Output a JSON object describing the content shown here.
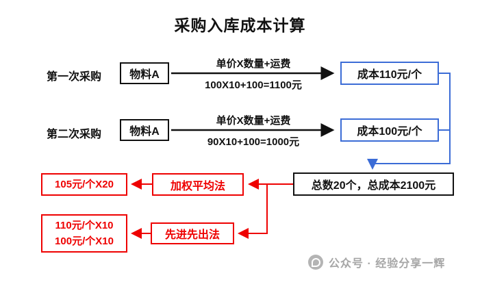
{
  "title": "采购入库成本计算",
  "colors": {
    "blue": "#3B6CD6",
    "red": "#EE0000",
    "black": "#111111",
    "grey": "#a6a6a6"
  },
  "rows": [
    {
      "label": "第一次采购",
      "item": "物料A",
      "formula_top": "单价X数量+运费",
      "formula_bottom": "100X10+100=1100元",
      "result": "成本110元/个"
    },
    {
      "label": "第二次采购",
      "item": "物料A",
      "formula_top": "单价X数量+运费",
      "formula_bottom": "90X10+100=1000元",
      "result": "成本100元/个"
    }
  ],
  "total_box": "总数20个，总成本2100元",
  "methods": [
    {
      "name": "加权平均法",
      "result_lines": [
        "105元/个X20"
      ]
    },
    {
      "name": "先进先出法",
      "result_lines": [
        "110元/个X10",
        "100元/个X10"
      ]
    }
  ],
  "watermark": "公众号 · 经验分享一辉"
}
